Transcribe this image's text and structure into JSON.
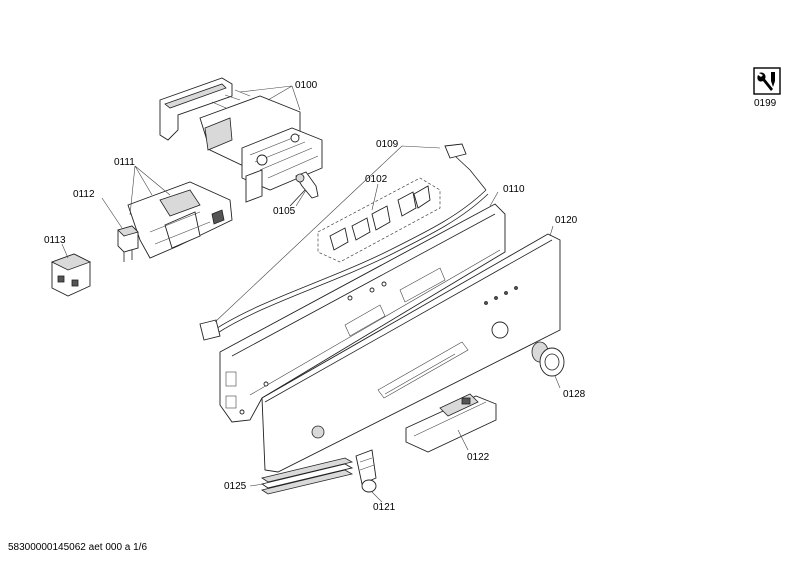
{
  "parts": [
    {
      "id": "p0100",
      "label": "0100"
    },
    {
      "id": "p0109",
      "label": "0109"
    },
    {
      "id": "p0111",
      "label": "0111"
    },
    {
      "id": "p0112",
      "label": "0112"
    },
    {
      "id": "p0113",
      "label": "0113"
    },
    {
      "id": "p0102",
      "label": "0102"
    },
    {
      "id": "p0105",
      "label": "0105"
    },
    {
      "id": "p0110",
      "label": "0110"
    },
    {
      "id": "p0120",
      "label": "0120"
    },
    {
      "id": "p0128",
      "label": "0128"
    },
    {
      "id": "p0122",
      "label": "0122"
    },
    {
      "id": "p0125",
      "label": "0125"
    },
    {
      "id": "p0121",
      "label": "0121"
    },
    {
      "id": "p0199",
      "label": "0199"
    }
  ],
  "footer": {
    "text": "58300000145062 aet 000 a 1/6"
  },
  "icons": {
    "service_tool": "wrench-screwdriver-icon"
  }
}
